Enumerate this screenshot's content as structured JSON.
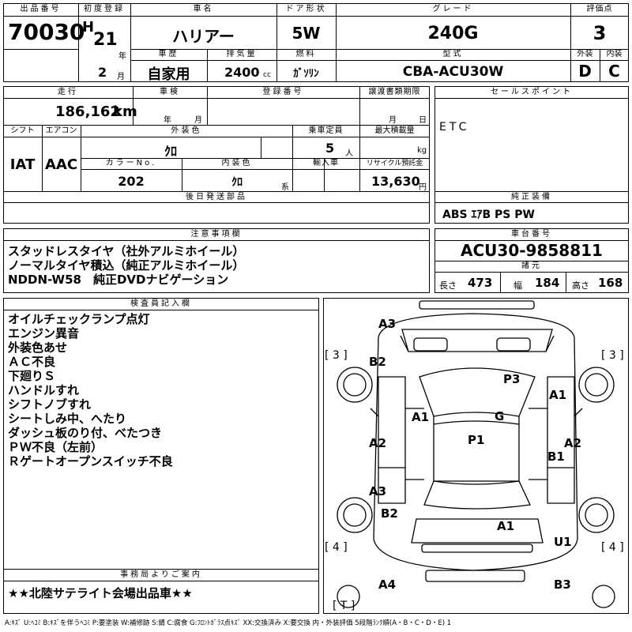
{
  "header": {
    "lot_label": "出品番号",
    "lot_no": "70030",
    "first_reg_label": "初度登録",
    "era": "H",
    "year": "21",
    "year_unit": "年",
    "month": "2",
    "month_unit": "月",
    "car_name_label": "車名",
    "car_name": "ハリアー",
    "door_label": "ドア形状",
    "door": "5W",
    "grade_label": "グレード",
    "grade": "240G",
    "score_label": "評価点",
    "score": "3",
    "history_label": "車歴",
    "history": "自家用",
    "displacement_label": "排気量",
    "displacement": "2400",
    "displacement_unit": "cc",
    "fuel_label": "燃料",
    "fuel": "ｶﾞｿﾘﾝ",
    "model_label": "型式",
    "model": "CBA-ACU30W",
    "exterior_label": "外装",
    "exterior": "D",
    "interior_label": "内装",
    "interior": "C"
  },
  "spec": {
    "mileage_label": "走行",
    "mileage": "186,162",
    "mileage_unit": "km",
    "inspection_label": "車検",
    "year_unit": "年",
    "month_unit": "月",
    "reg_no_label": "登録番号",
    "transfer_label": "譲渡書類期限",
    "day_unit": "日",
    "shift_label": "シフト",
    "shift": "IAT",
    "ac_label": "エアコン",
    "ac": "AAC",
    "color_label": "外装色",
    "color": "ｸﾛ",
    "capacity_label": "乗車定員",
    "capacity": "5",
    "capacity_unit": "人",
    "load_label": "最大積載量",
    "load_unit": "kg",
    "color_no_label": "カラーNo.",
    "color_no": "202",
    "int_color_label": "内装色",
    "int_color": "ｸﾛ",
    "int_color_unit": "系",
    "import_label": "輸入車",
    "recycle_label": "リサイクル預託金",
    "recycle": "13,630",
    "recycle_unit": "円",
    "parts_label": "後日発送部品"
  },
  "sales": {
    "label": "セールスポイント",
    "text": "ETC"
  },
  "equipment": {
    "label": "純正装備",
    "text": "ABS ｴｱB PS PW"
  },
  "notes": {
    "label": "注意事項欄",
    "lines": [
      "スタッドレスタイヤ（社外アルミホイール）",
      "ノーマルタイヤ積込（純正アルミホイール）",
      "NDDN-W58　純正DVDナビゲーション"
    ]
  },
  "chassis": {
    "label": "車台番号",
    "number": "ACU30-9858811",
    "dims_label": "諸元",
    "length_label": "長さ",
    "length": "473",
    "width_label": "幅",
    "width": "184",
    "height_label": "高さ",
    "height": "168"
  },
  "inspector": {
    "label": "検査員記入欄",
    "lines": [
      "オイルチェックランプ点灯",
      "エンジン異音",
      "外装色あせ",
      "ＡＣ不良",
      "下廻りＳ",
      "ハンドルすれ",
      "シフトノブすれ",
      "シートしみ中、へたり",
      "ダッシュ板のり付、べたつき",
      "ＰＷ不良（左前）",
      "Ｒゲートオープンスイッチ不良"
    ]
  },
  "office": {
    "label": "事務局よりご案内",
    "text": "★★北陸サテライト会場出品車★★"
  },
  "diagram": {
    "marks": [
      "A3",
      "B2",
      "P3",
      "A1",
      "A1",
      "G",
      "P1",
      "A2",
      "A2",
      "B1",
      "A3",
      "B2",
      "A1",
      "U1",
      "A4",
      "B3"
    ],
    "tire_counts": [
      "[ 3 ]",
      "[ 3 ]",
      "[ 4 ]",
      "[ 4 ]",
      "[ T ]"
    ]
  },
  "legend": "A:ｷｽﾞ  U:ﾍｺﾐ B:ｷｽﾞを伴うﾍｺﾐ P:要塗装 W:補修跡 S:錆 C:腐食 G:ﾌﾛﾝﾄｶﾞﾗｽ点ｷｽﾞ XX:交換済み X:要交換  内・外装評価  5段階ﾗﾝｸ順(A・B・C・D・E) 1"
}
